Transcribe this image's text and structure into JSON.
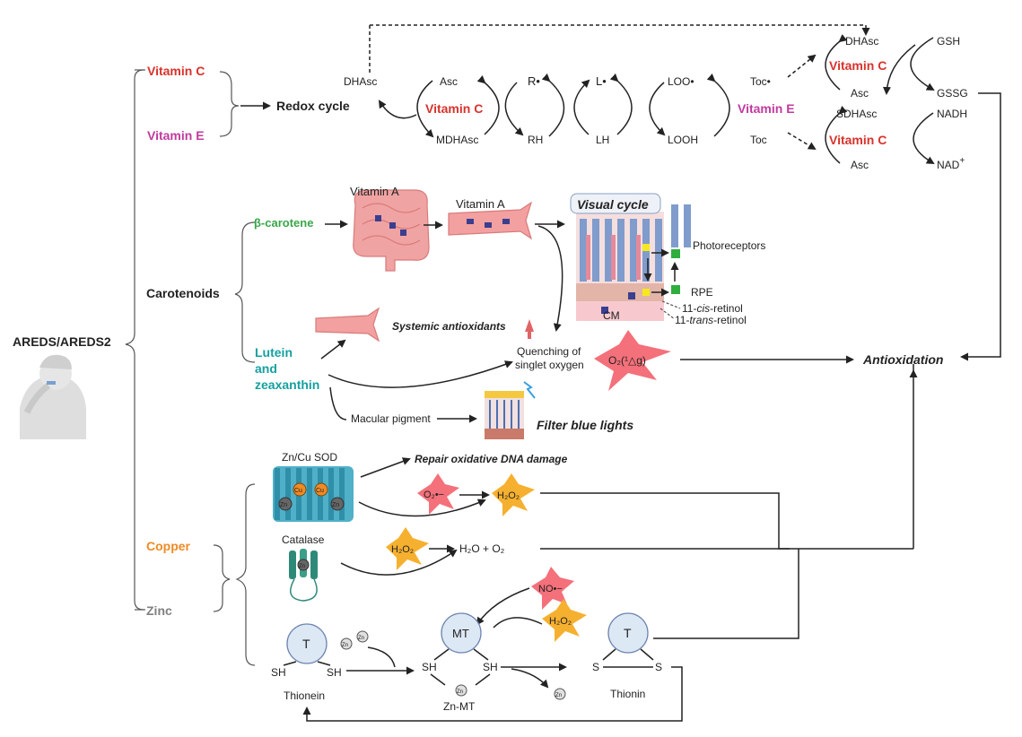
{
  "root": {
    "label": "AREDS/AREDS2"
  },
  "vitamins": {
    "vitamin_c": "Vitamin C",
    "vitamin_e": "Vitamin E",
    "redox_cycle": "Redox cycle"
  },
  "redox": {
    "dhasc": "DHAsc",
    "asc": "Asc",
    "mdhasc": "MDHAsc",
    "vitamin_c": "Vitamin C",
    "vitamin_e": "Vitamin E",
    "r_radical": "R•",
    "rh": "RH",
    "l_radical": "L•",
    "lh": "LH",
    "loo_radical": "LOO•",
    "looh": "LOOH",
    "toc_radical": "Toc•",
    "toc": "Toc"
  },
  "right_cycle": {
    "dhasc": "DHAsc",
    "vitamin_c_1": "Vitamin C",
    "asc_1": "Asc",
    "gsh": "GSH",
    "gssg": "GSSG",
    "sdhasc": "SDHAsc",
    "vitamin_c_2": "Vitamin C",
    "asc_2": "Asc",
    "nadh": "NADH",
    "nad": "NAD",
    "nad_sup": "+"
  },
  "carotenoids": {
    "label": "Carotenoids",
    "beta_carotene": "β-carotene",
    "vitamin_a_1": "Vitamin A",
    "vitamin_a_2": "Vitamin A",
    "visual_cycle": "Visual cycle",
    "photoreceptors": "Photoreceptors",
    "rpe": "RPE",
    "cm": "CM",
    "cis_pre": "11-",
    "cis_it": "cis",
    "cis_post": "-retinol",
    "trans_pre": "11-",
    "trans_it": "trans",
    "trans_post": "-retinol",
    "systemic": "Systemic antioxidants",
    "lutein_1": "Lutein",
    "lutein_2": "and",
    "lutein_3": "zeaxanthin",
    "quench_1": "Quenching of",
    "quench_2": "singlet oxygen",
    "singlet_o2": "O₂(¹△g)",
    "macular": "Macular pigment",
    "filter": "Filter blue lights"
  },
  "antioxidation": "Antioxidation",
  "minerals": {
    "copper": "Copper",
    "zinc": "Zinc",
    "sod": "Zn/Cu SOD",
    "catalase": "Catalase",
    "repair": "Repair oxidative DNA damage",
    "superoxide": "O₂•−",
    "h2o2_1": "H₂O₂",
    "h2o2_2": "H₂O₂",
    "h2o2_3": "H₂O₂",
    "water_o2": "H₂O + O₂",
    "no_radical": "NO•−",
    "cu": "Cu",
    "zn": "Zn"
  },
  "thionein": {
    "t1": "T",
    "sh1": "SH",
    "sh2": "SH",
    "thionein": "Thionein",
    "mt": "MT",
    "sh3": "SH",
    "sh4": "SH",
    "zn_mt": "Zn-MT",
    "t2": "T",
    "s1": "S",
    "s2": "S",
    "thionin": "Thionin",
    "zn": "Zn"
  }
}
